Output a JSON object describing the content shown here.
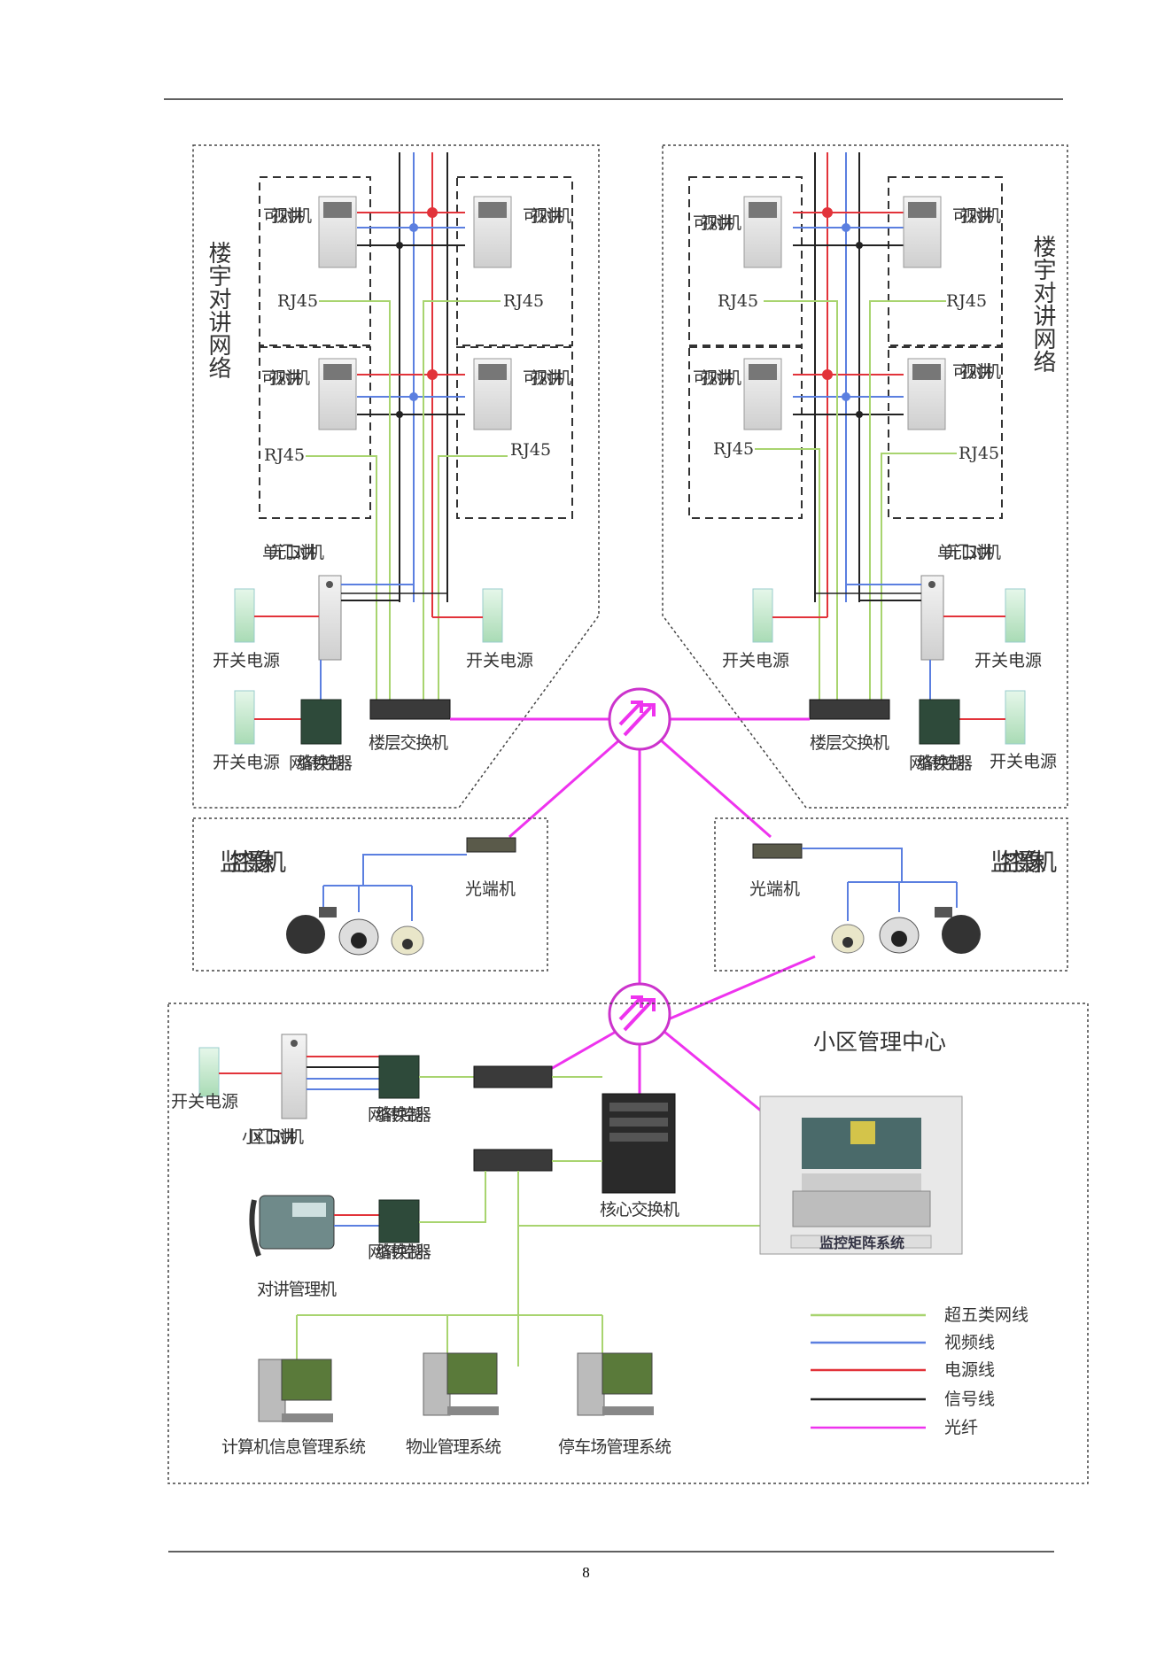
{
  "page": {
    "number": "8"
  },
  "colors": {
    "cat5": "#a8d46f",
    "video": "#5b7fe0",
    "power": "#e2333a",
    "signal": "#222222",
    "fiber": "#ee33ee"
  },
  "left_building": {
    "title": "楼宇对讲网络",
    "intercoms": [
      "可视对讲机",
      "可视对讲机",
      "可视对讲机",
      "可视对讲机"
    ],
    "rj45": [
      "RJ45",
      "RJ45",
      "RJ45",
      "RJ45"
    ],
    "unit_door": "单元门口对讲机",
    "power_supply": [
      "开关电源",
      "开关电源",
      "开关电源"
    ],
    "net_converter": "网络转换控制器",
    "floor_switch": "楼层交换机"
  },
  "right_building": {
    "title": "楼宇对讲网络",
    "intercoms": [
      "可视对讲机",
      "可视对讲机",
      "可视对讲机",
      "可视对讲机"
    ],
    "rj45": [
      "RJ45",
      "RJ45",
      "RJ45",
      "RJ45"
    ],
    "unit_door": "单元门口对讲机",
    "power_supply": [
      "开关电源",
      "开关电源",
      "开关电源"
    ],
    "net_converter": "网络转换控制器",
    "floor_switch": "楼层交换机"
  },
  "left_cctv": {
    "title": "监控摄像机",
    "optical": "光端机"
  },
  "right_cctv": {
    "title": "监控摄像机",
    "optical": "光端机"
  },
  "management": {
    "center_title": "小区管理中心",
    "power_supply": "开关电源",
    "gate_intercom": "小区门口对讲机",
    "net_converter_1": "网络转换控制器",
    "net_converter_2": "网络转换控制器",
    "core_switch": "核心交换机",
    "matrix": "监控矩阵系统",
    "intercom_manager": "对讲管理机",
    "systems": [
      "计算机信息管理系统",
      "物业管理系统",
      "停车场管理系统"
    ]
  },
  "legend": [
    "超五类网线",
    "视频线",
    "电源线",
    "信号线",
    "光纤"
  ]
}
